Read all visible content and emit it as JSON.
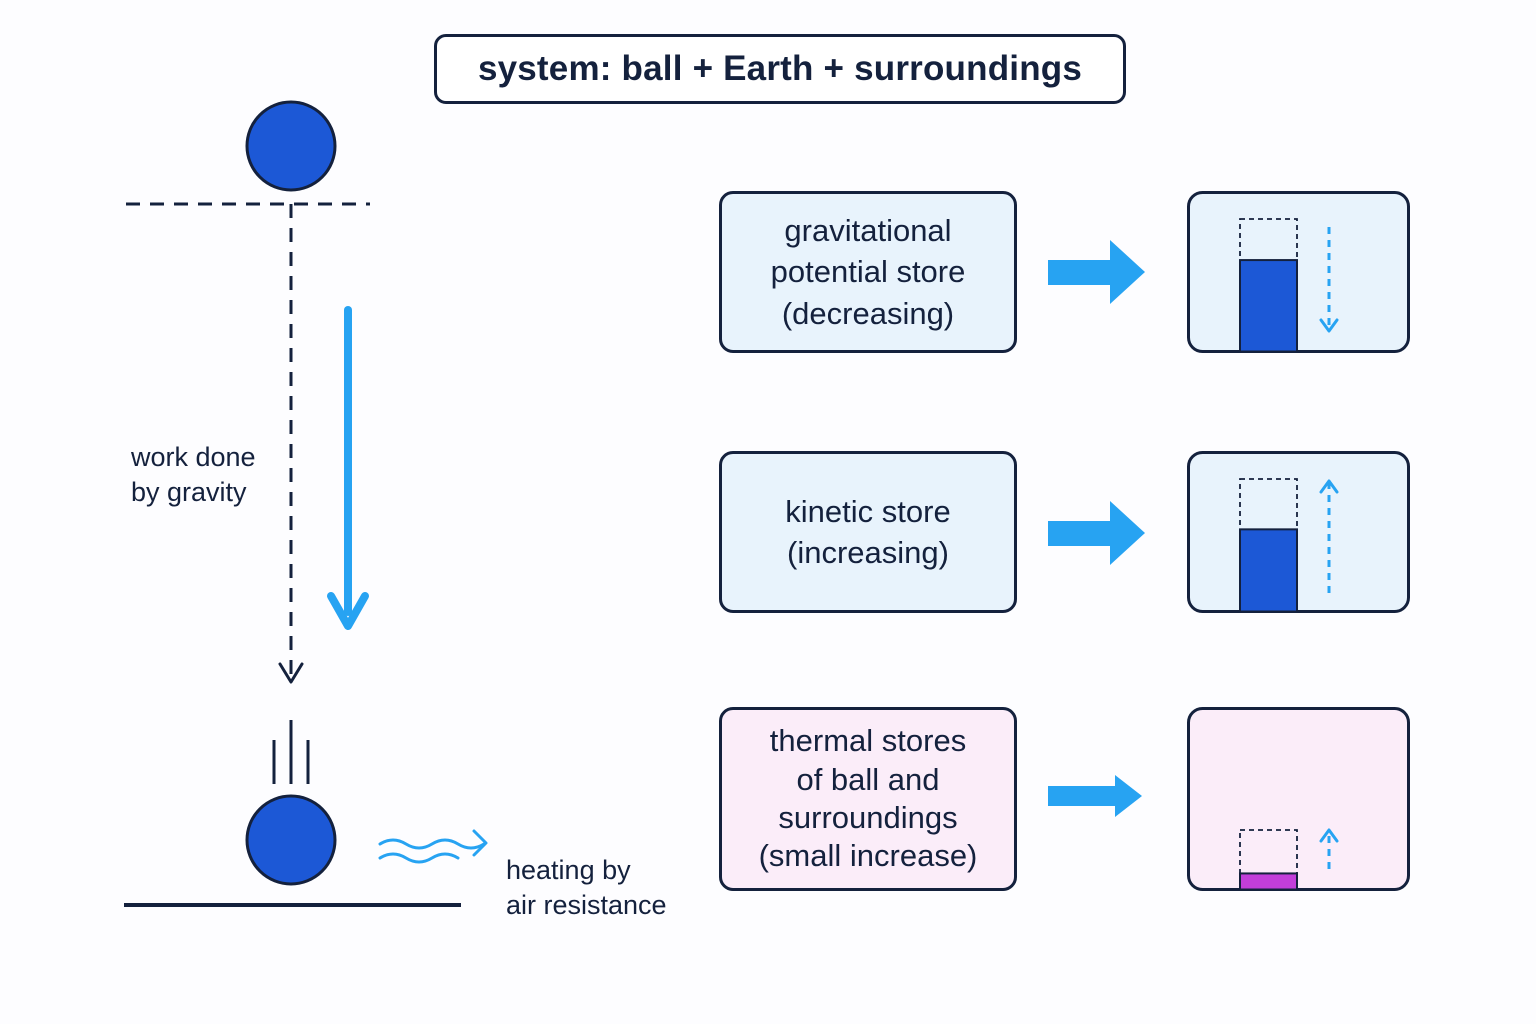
{
  "title": "system: ball + Earth + surroundings",
  "labels": {
    "work_done": "work done\nby gravity",
    "heating": "heating by\nair resistance"
  },
  "stores": [
    {
      "id": "gravitational",
      "label": "gravitational\npotential store\n(decreasing)",
      "theme": "blue",
      "level": 0.69,
      "trend": "down",
      "fill_color": "#1c58d6"
    },
    {
      "id": "kinetic",
      "label": "kinetic store\n(increasing)",
      "theme": "blue",
      "level": 0.62,
      "trend": "up",
      "fill_color": "#1c58d6"
    },
    {
      "id": "thermal",
      "label": "thermal stores\nof ball and\nsurroundings\n(small increase)",
      "theme": "pink",
      "level": 0.27,
      "trend": "up",
      "fill_color": "#c23ed9"
    }
  ],
  "colors": {
    "ink": "#14213d",
    "ball": "#1c58d6",
    "accent": "#27a3f2",
    "blue_panel": "#e8f3fc",
    "pink_panel": "#fbedf9"
  }
}
